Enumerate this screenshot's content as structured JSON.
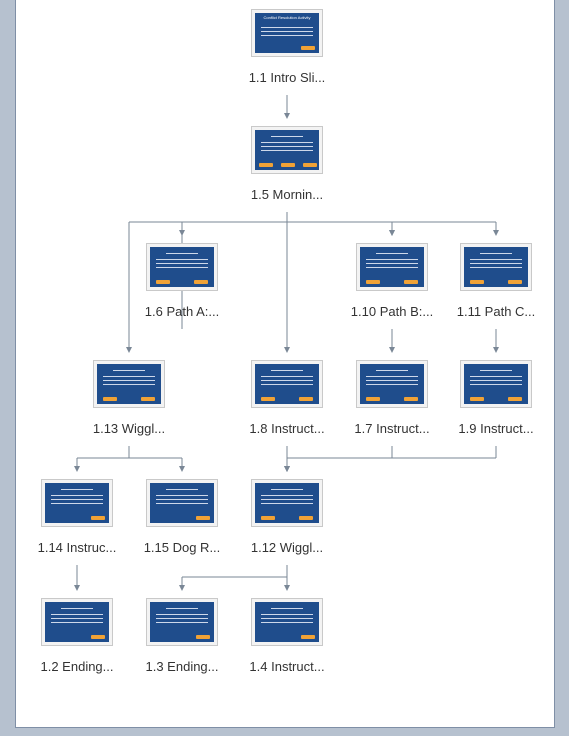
{
  "colors": {
    "window_bg": "#b6c1cf",
    "panel_bg": "#ffffff",
    "slide_bg": "#1f4d8c",
    "slide_button": "#f0a236",
    "connector": "#7a8796",
    "label_text": "#333333"
  },
  "nodes": [
    {
      "id": "n1_1",
      "label": "1.1 Intro Sli...",
      "slide_title": "Conflict Resolution Activity",
      "buttons": 1
    },
    {
      "id": "n1_5",
      "label": "1.5 Mornin...",
      "slide_title": "",
      "buttons": 3
    },
    {
      "id": "n1_6",
      "label": "1.6 Path A:...",
      "slide_title": "",
      "buttons": 2
    },
    {
      "id": "n1_10",
      "label": "1.10 Path B:...",
      "slide_title": "",
      "buttons": 2
    },
    {
      "id": "n1_11",
      "label": "1.11 Path C...",
      "slide_title": "",
      "buttons": 2
    },
    {
      "id": "n1_13",
      "label": "1.13 Wiggl...",
      "slide_title": "",
      "buttons": 2
    },
    {
      "id": "n1_8",
      "label": "1.8 Instruct...",
      "slide_title": "",
      "buttons": 2
    },
    {
      "id": "n1_7",
      "label": "1.7 Instruct...",
      "slide_title": "",
      "buttons": 2
    },
    {
      "id": "n1_9",
      "label": "1.9 Instruct...",
      "slide_title": "",
      "buttons": 2
    },
    {
      "id": "n1_14",
      "label": "1.14 Instruc...",
      "slide_title": "",
      "buttons": 1
    },
    {
      "id": "n1_15",
      "label": "1.15 Dog R...",
      "slide_title": "",
      "buttons": 1
    },
    {
      "id": "n1_12",
      "label": "1.12 Wiggl...",
      "slide_title": "",
      "buttons": 2
    },
    {
      "id": "n1_2",
      "label": "1.2 Ending...",
      "slide_title": "",
      "buttons": 1
    },
    {
      "id": "n1_3",
      "label": "1.3 Ending...",
      "slide_title": "",
      "buttons": 1
    },
    {
      "id": "n1_4",
      "label": "1.4 Instruct...",
      "slide_title": "",
      "buttons": 1
    }
  ],
  "edges": [
    {
      "from": "n1_1",
      "to": [
        "n1_5"
      ]
    },
    {
      "from": "n1_5",
      "to": [
        "n1_6",
        "n1_10",
        "n1_11"
      ]
    },
    {
      "from": "n1_6",
      "to": [
        "n1_13",
        "n1_8",
        "n1_10"
      ]
    },
    {
      "from": "n1_10",
      "to": [
        "n1_7"
      ]
    },
    {
      "from": "n1_11",
      "to": [
        "n1_9"
      ]
    },
    {
      "from": "n1_13",
      "to": [
        "n1_14",
        "n1_15"
      ]
    },
    {
      "from": "n1_8",
      "to": [
        "n1_12"
      ]
    },
    {
      "from": "n1_7",
      "to": [
        "n1_12"
      ]
    },
    {
      "from": "n1_9",
      "to": [
        "n1_12"
      ]
    },
    {
      "from": "n1_14",
      "to": [
        "n1_2"
      ]
    },
    {
      "from": "n1_12",
      "to": [
        "n1_3",
        "n1_4"
      ]
    }
  ]
}
